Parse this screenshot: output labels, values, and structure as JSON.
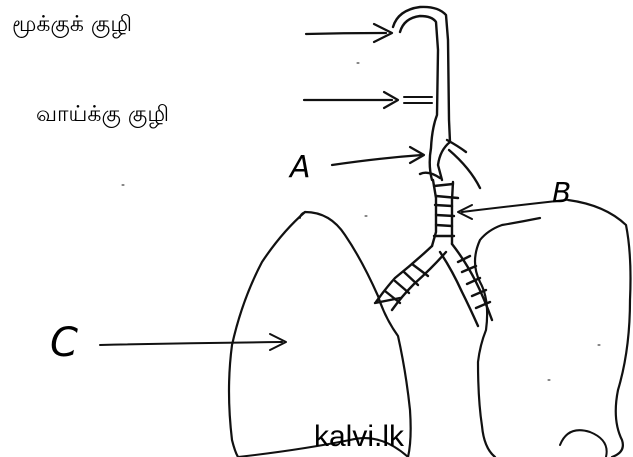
{
  "labels": {
    "nasal_cavity": "மூக்குக் குழி",
    "oral_cavity": "வாய்க்கு குழி",
    "a": "A",
    "b": "B",
    "c": "C"
  },
  "watermark": "kalvi.lk"
}
